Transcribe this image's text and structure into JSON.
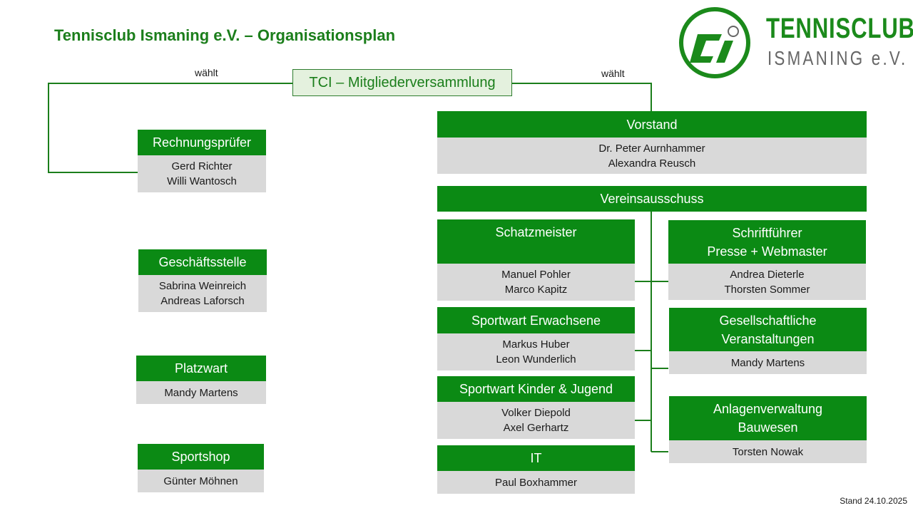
{
  "title": "Tennisclub Ismaning e.V. – Organisationsplan",
  "members_assembly": "TCI – Mitgliederversammlung",
  "elects_left": "wählt",
  "elects_right": "wählt",
  "logo": {
    "line1": "TENNISCLUB",
    "line2": "ISMANING e.V.",
    "mark": "tci",
    "color": "#1b8a1b"
  },
  "colors": {
    "header_green": "#0b8a14",
    "body_gray": "#d9d9d9",
    "line_green": "#1b7e1b"
  },
  "auditors": {
    "title": "Rechnungsprüfer",
    "names": [
      "Gerd Richter",
      "Willi Wantosch"
    ]
  },
  "office": {
    "title": "Geschäftsstelle",
    "names": [
      "Sabrina Weinreich",
      "Andreas Laforsch"
    ]
  },
  "groundskeeper": {
    "title": "Platzwart",
    "names": [
      "Mandy Martens"
    ]
  },
  "shop": {
    "title": "Sportshop",
    "names": [
      "Günter Möhnen"
    ]
  },
  "board": {
    "title": "Vorstand",
    "names": [
      "Dr. Peter Aurnhammer",
      "Alexandra Reusch"
    ]
  },
  "committee": {
    "title": "Vereinsausschuss"
  },
  "treasurer": {
    "title": "Schatzmeister",
    "names": [
      "Manuel Pohler",
      "Marco Kapitz"
    ]
  },
  "secretary": {
    "title_lines": [
      "Schriftführer",
      "Presse + Webmaster"
    ],
    "names": [
      "Andrea Dieterle",
      "Thorsten Sommer"
    ]
  },
  "sports_adults": {
    "title": "Sportwart Erwachsene",
    "names": [
      "Markus Huber",
      "Leon Wunderlich"
    ]
  },
  "social_events": {
    "title_lines": [
      "Gesellschaftliche",
      "Veranstaltungen"
    ],
    "names": [
      "Mandy Martens"
    ]
  },
  "sports_youth": {
    "title": "Sportwart Kinder & Jugend",
    "names": [
      "Volker Diepold",
      "Axel Gerhartz"
    ]
  },
  "facilities": {
    "title_lines": [
      "Anlagenverwaltung",
      "Bauwesen"
    ],
    "names": [
      "Torsten Nowak"
    ]
  },
  "it": {
    "title": "IT",
    "names": [
      "Paul Boxhammer"
    ]
  },
  "stand": "Stand 24.10.2025"
}
